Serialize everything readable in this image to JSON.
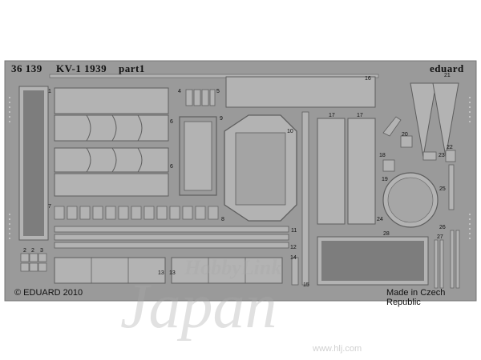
{
  "header": {
    "set_number": "36 139",
    "model": "KV-1 1939",
    "part": "part1",
    "brand": "eduard"
  },
  "footer": {
    "copyright": "© EDUARD 2010",
    "origin": "Made in Czech Republic"
  },
  "watermark": {
    "brand": "HobbyLink",
    "country": "Japan",
    "url": "www.hlj.com"
  },
  "part_numbers": {
    "p1": "1",
    "p2": "2",
    "p3": "3",
    "p4": "4",
    "p5": "5",
    "p6": "6",
    "p7": "7",
    "p8": "8",
    "p9": "9",
    "p10": "10",
    "p11": "11",
    "p12": "12",
    "p13": "13",
    "p14": "14",
    "p15": "15",
    "p16": "16",
    "p17": "17",
    "p18": "18",
    "p19": "19",
    "p20": "20",
    "p21": "21",
    "p22": "22",
    "p23": "23",
    "p24": "24",
    "p25": "25",
    "p26": "26",
    "p27": "27",
    "p28": "28"
  },
  "colors": {
    "fret": "#9a9a9a",
    "part": "#b3b3b3",
    "edge": "#5e5e5e"
  }
}
